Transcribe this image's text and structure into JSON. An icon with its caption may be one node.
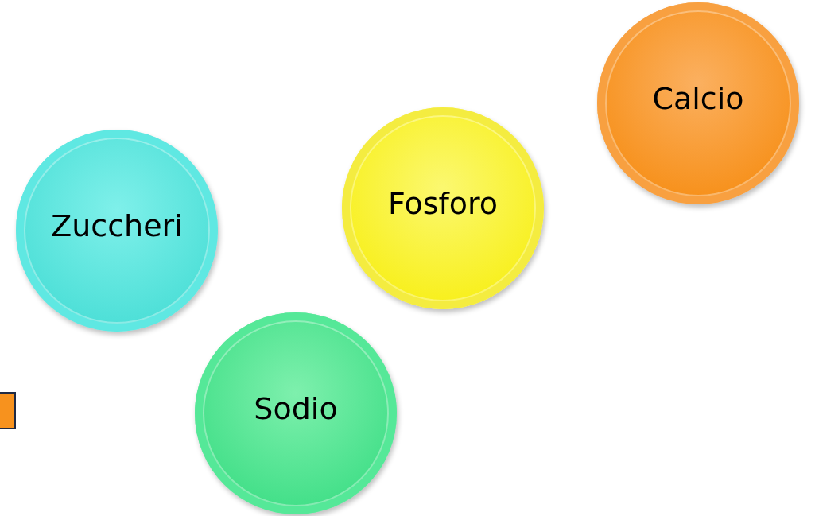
{
  "diagram": {
    "nodes": [
      {
        "text": [
          "Zuccheri"
        ]
      },
      {
        "text": [
          "Sodio"
        ]
      },
      {
        "text": [
          "Fosforo"
        ]
      },
      {
        "text": [
          "Calcio"
        ]
      }
    ]
  }
}
